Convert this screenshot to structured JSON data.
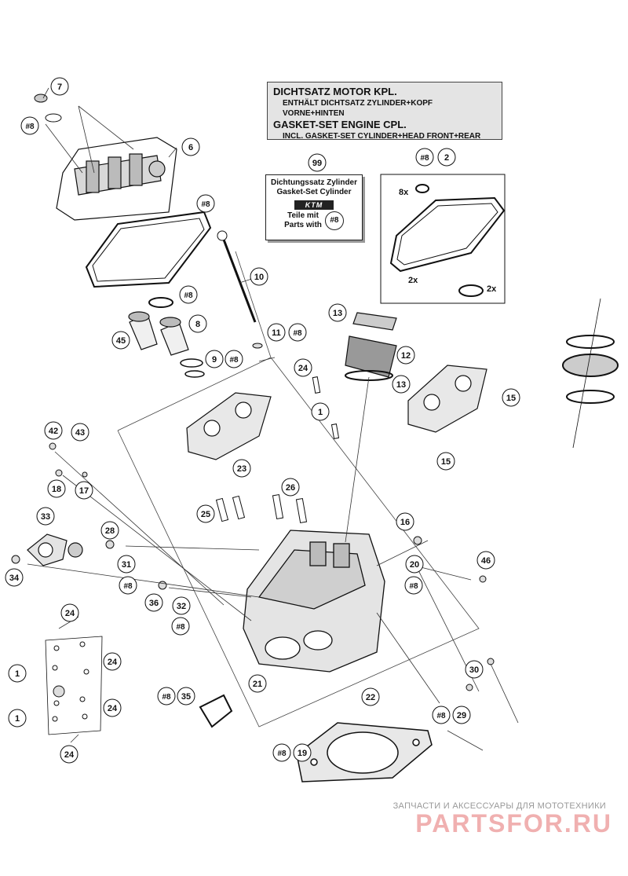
{
  "info_box": {
    "line1": "DICHTSATZ MOTOR KPL.",
    "line2": "ENTHÄLT DICHTSATZ ZYLINDER+KOPF VORNE+HINTEN",
    "line3": "GASKET-SET ENGINE CPL.",
    "line4": "INCL. GASKET-SET CYLINDER+HEAD FRONT+REAR"
  },
  "card_99": {
    "line1": "Dichtungssatz Zylinder",
    "line2": "Gasket-Set Cylinder",
    "logo": "KTM",
    "line3": "Teile mit",
    "line4": "Parts with",
    "ref": "#8"
  },
  "callouts": [
    "7",
    "#8",
    "6",
    "#8",
    "#8",
    "8",
    "45",
    "9",
    "#8",
    "10",
    "11",
    "#8",
    "99",
    "#8",
    "2",
    "13",
    "12",
    "13",
    "15",
    "15",
    "24",
    "1",
    "23",
    "26",
    "25",
    "42",
    "43",
    "18",
    "17",
    "33",
    "28",
    "31",
    "#8",
    "34",
    "36",
    "32",
    "#8",
    "16",
    "20",
    "#8",
    "46",
    "24",
    "24",
    "1",
    "1",
    "24",
    "24",
    "21",
    "22",
    "#8",
    "35",
    "30",
    "#8",
    "29",
    "#8",
    "19"
  ],
  "quantities": [
    "8x",
    "2x",
    "2x"
  ],
  "watermark": {
    "line1": "ЗАПЧАСТИ И АКСЕССУАРЫ ДЛЯ МОТОТЕХНИКИ",
    "logo": "PARTSFOR.RU"
  }
}
